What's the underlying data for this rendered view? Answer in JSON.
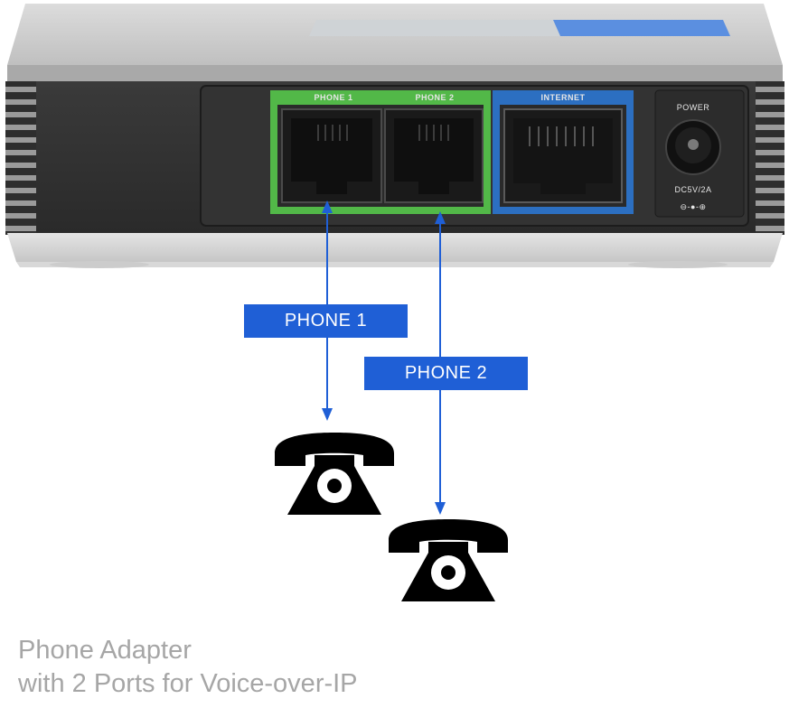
{
  "device": {
    "ports": {
      "phone1_label": "PHONE 1",
      "phone2_label": "PHONE 2",
      "internet_label": "INTERNET",
      "power_label": "POWER",
      "power_rating": "DC5V/2A",
      "polarity_symbol": "⊖-●-⊕"
    },
    "port_colors": {
      "phone": "#52b848",
      "internet": "#2c6fc1"
    }
  },
  "callouts": {
    "phone1": "PHONE 1",
    "phone2": "PHONE 2",
    "color": "#1f5fd6"
  },
  "icons": {
    "phone1": "telephone-icon",
    "phone2": "telephone-icon"
  },
  "caption": {
    "line1": "Phone Adapter",
    "line2": "with 2 Ports for Voice-over-IP"
  }
}
